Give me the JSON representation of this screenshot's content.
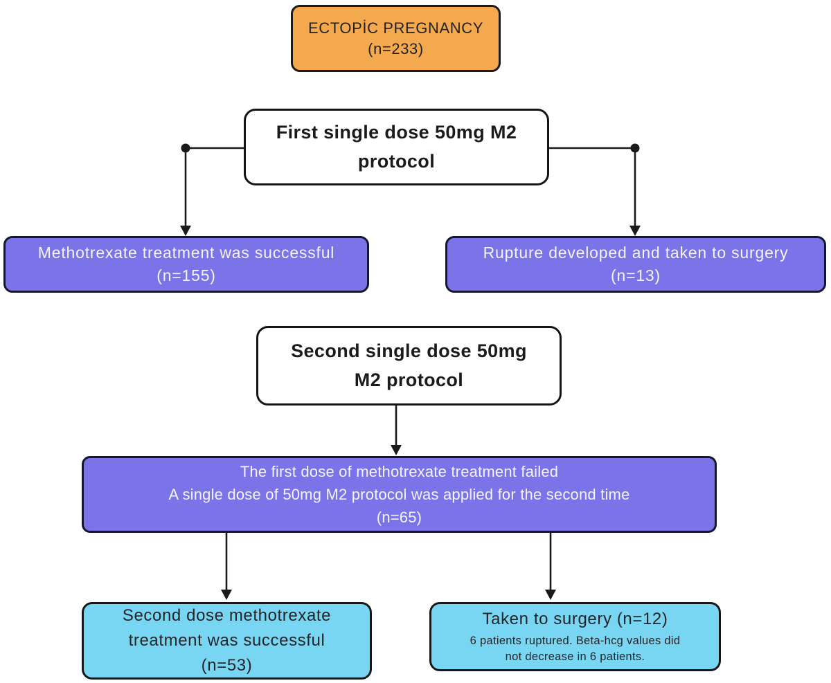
{
  "diagram": {
    "type": "flowchart",
    "background": "#ffffff"
  },
  "colors": {
    "orange_fill": "#F5A94E",
    "purple_fill": "#7B74E8",
    "cyan_fill": "#79D6F2",
    "box_border": "#1A1A1A",
    "connector": "#1A1A1A",
    "dark_text": "#222222",
    "light_text": "#F5F4FB"
  },
  "nodes": {
    "ectopic": {
      "title": "ECTOPİC PREGNANCY",
      "count": "(n=233)"
    },
    "first_protocol": {
      "lines": [
        "First single dose 50mg M2",
        "protocol"
      ]
    },
    "mtx_success": {
      "text": "Methotrexate treatment was successful",
      "count": "(n=155)"
    },
    "rupture_surgery": {
      "text": "Rupture developed and taken to surgery",
      "count": "(n=13)"
    },
    "second_protocol": {
      "lines": [
        "Second single dose 50mg",
        "M2 protocol"
      ]
    },
    "first_dose_failed": {
      "lines": [
        "The first dose of methotrexate treatment failed",
        "A single dose of 50mg M2 protocol was applied for the second time"
      ],
      "count": "(n=65)"
    },
    "second_success": {
      "lines": [
        "Second dose methotrexate",
        "treatment was successful"
      ],
      "count": "(n=53)"
    },
    "taken_surgery": {
      "title": "Taken to surgery (n=12)",
      "note_lines": [
        "6 patients ruptured. Beta-hcg values did",
        "not decrease in 6 patients."
      ]
    }
  }
}
